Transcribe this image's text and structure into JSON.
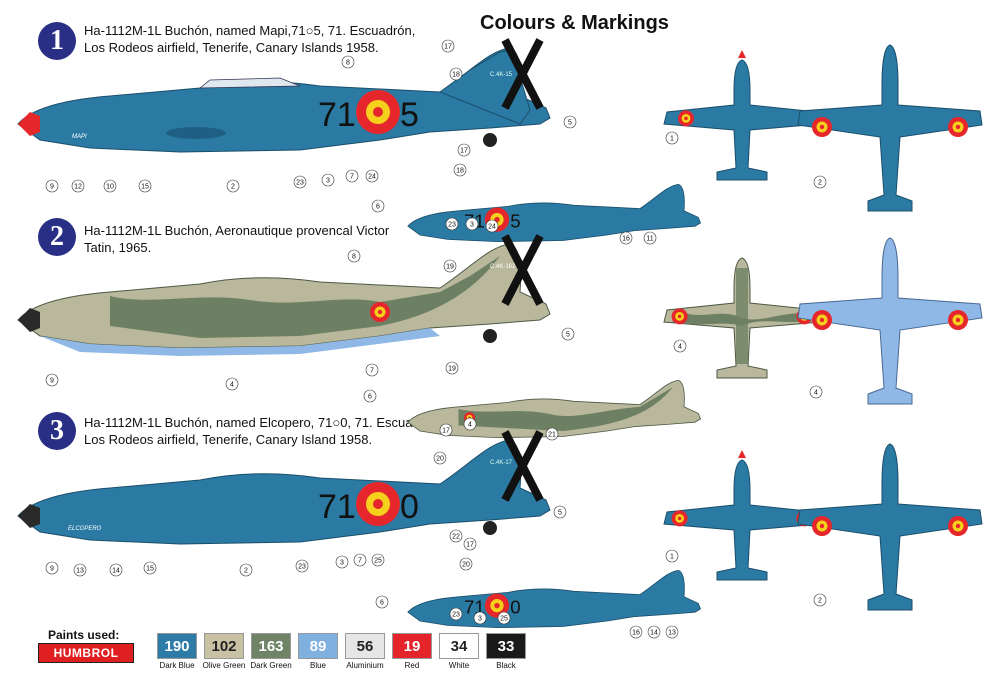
{
  "title": "Colours & Markings",
  "schemes": [
    {
      "number": "1",
      "caption": "Ha-1112M-1L Buchón, named Mapi,71○5,  71. Escuadrón,\nLos Rodeos airfield, Tenerife, Canary Islands 1958."
    },
    {
      "number": "2",
      "caption": "Ha-1112M-1L Buchón, Aeronautique provencal Victor\nTatin, 1965."
    },
    {
      "number": "3",
      "caption": "Ha-1112M-1L Buchón, named Elcopero, 71○0, 71. Escuadrón,\nLos Rodeos airfield, Tenerife, Canary Island 1958."
    }
  ],
  "markings": {
    "code_1_left": "71",
    "code_1_right": "5",
    "code_3_left": "71",
    "code_3_right": "0",
    "fin_code_1": "C.4K-15",
    "fin_code_2": "C.4K-162",
    "fin_code_3": "C.4K-17",
    "nose_name_1": "MAPI",
    "nose_name_3": "ELCOPERO"
  },
  "callouts": {
    "s1_main": [
      "17",
      "18",
      "8",
      "5",
      "9",
      "12",
      "10",
      "15",
      "2",
      "23",
      "3",
      "7",
      "24"
    ],
    "s1_small": [
      "17",
      "18",
      "6",
      "23",
      "3",
      "24",
      "16",
      "11"
    ],
    "s2_main": [
      "8",
      "19",
      "5",
      "9",
      "4",
      "7"
    ],
    "s2_small": [
      "19",
      "6",
      "4"
    ],
    "s3_main": [
      "17",
      "21",
      "20",
      "5",
      "9",
      "13",
      "14",
      "15",
      "2",
      "23",
      "3",
      "7",
      "25"
    ],
    "s3_small": [
      "22",
      "17",
      "20",
      "6",
      "23",
      "3",
      "25",
      "16",
      "14",
      "13"
    ],
    "plan": [
      "1",
      "2",
      "4",
      "4",
      "1",
      "2"
    ]
  },
  "paints": {
    "label": "Paints used:",
    "brand": "HUMBROL",
    "items": [
      {
        "code": "190",
        "name": "Dark Blue",
        "color": "#2d7ba6",
        "text": "#ffffff"
      },
      {
        "code": "102",
        "name": "Olive Green",
        "color": "#c9c1a4",
        "text": "#222222"
      },
      {
        "code": "163",
        "name": "Dark Green",
        "color": "#6f8467",
        "text": "#ffffff"
      },
      {
        "code": "89",
        "name": "Blue",
        "color": "#7fb0e0",
        "text": "#ffffff"
      },
      {
        "code": "56",
        "name": "Aluminium",
        "color": "#e6e6e6",
        "text": "#222222"
      },
      {
        "code": "19",
        "name": "Red",
        "color": "#e3242b",
        "text": "#ffffff"
      },
      {
        "code": "34",
        "name": "White",
        "color": "#ffffff",
        "text": "#222222"
      },
      {
        "code": "33",
        "name": "Black",
        "color": "#1a1a1a",
        "text": "#ffffff"
      }
    ]
  },
  "colors": {
    "blue": "#2b7aa3",
    "camo_light": "#b9b79c",
    "camo_dark": "#6e8063",
    "under_blue": "#8fb8e6",
    "red": "#e5262b",
    "yellow": "#f5d11c"
  }
}
